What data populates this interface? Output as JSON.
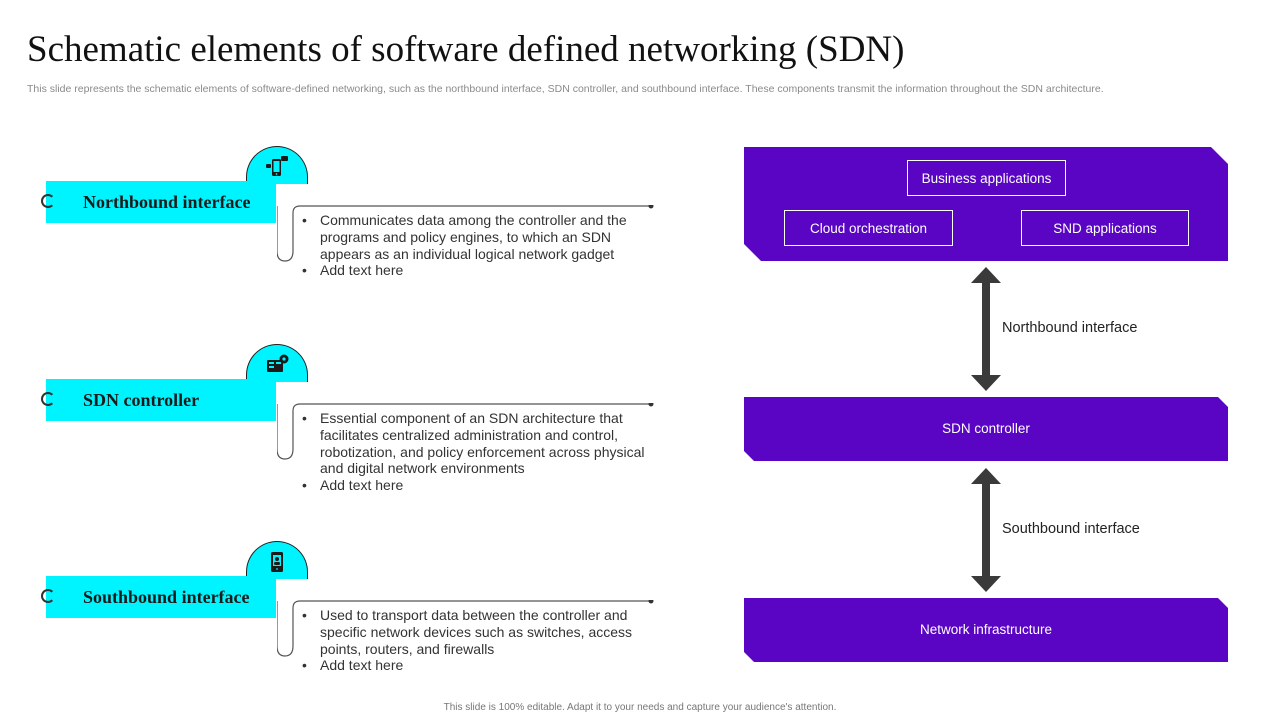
{
  "title": "Schematic elements of software defined networking (SDN)",
  "subtitle": "This slide represents the schematic elements of software-defined networking, such as the northbound interface, SDN controller, and southbound interface. These components transmit the information throughout the SDN architecture.",
  "components": [
    {
      "label": "Northbound interface",
      "icon": "mobile-phone-icon",
      "bullets": [
        "Communicates data among the controller and the programs and policy engines, to which an SDN appears as an individual logical network gadget",
        "Add text here"
      ]
    },
    {
      "label": "SDN controller",
      "icon": "server-gear-icon",
      "bullets": [
        "Essential component of an SDN architecture that facilitates centralized administration and control, robotization, and policy enforcement across physical and digital network environments",
        "Add text here"
      ]
    },
    {
      "label": "Southbound interface",
      "icon": "device-profile-icon",
      "bullets": [
        "Used to transport data between the controller and specific network devices such as switches, access points, routers, and firewalls",
        "Add text here"
      ]
    }
  ],
  "diagram": {
    "application_layer": {
      "business_applications": "Business applications",
      "cloud_orchestration": "Cloud orchestration",
      "snd_applications": "SND applications"
    },
    "northbound_label": "Northbound interface",
    "controller_label": "SDN controller",
    "southbound_label": "Southbound interface",
    "infrastructure_label": "Network infrastructure",
    "colors": {
      "accent_cyan": "#00f4ff",
      "box_purple": "#5a04c4",
      "arrow_gray": "#3a3a3a"
    }
  },
  "footer": "This slide is 100% editable. Adapt it to your needs and capture your audience's attention."
}
